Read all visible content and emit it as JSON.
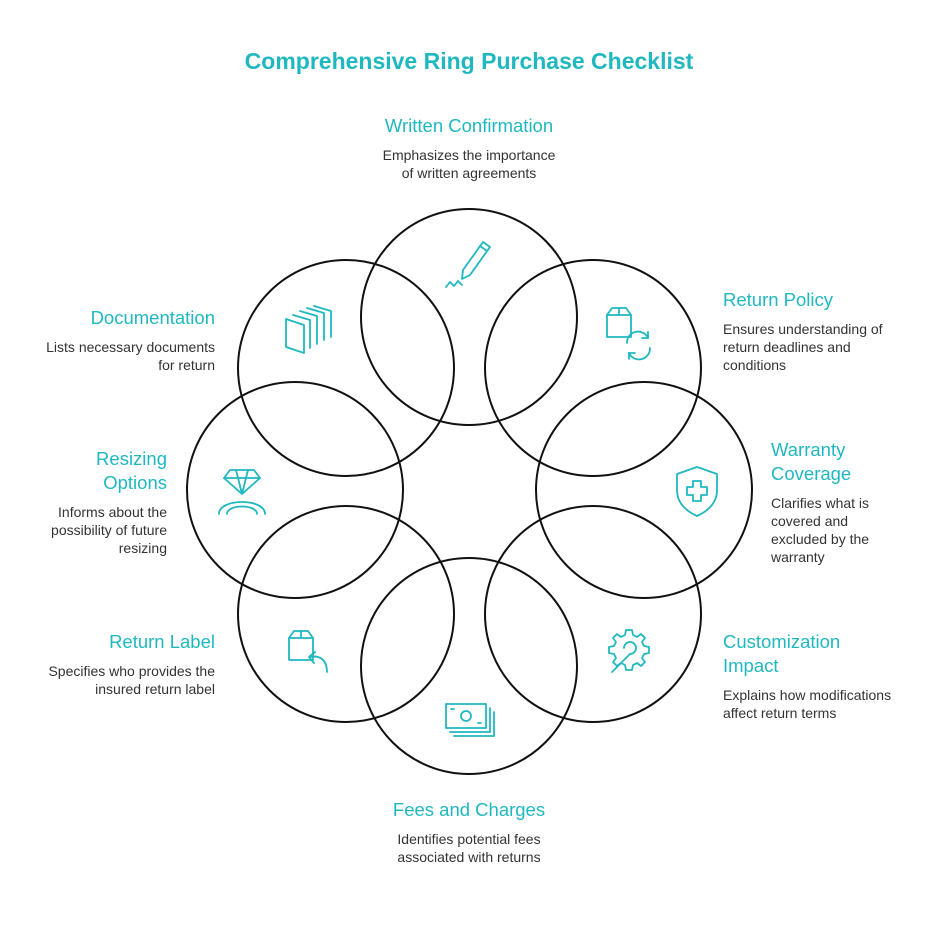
{
  "title": "Comprehensive Ring Purchase Checklist",
  "colors": {
    "accent": "#20b8c0",
    "text": "#333333",
    "circle": "#111111"
  },
  "items": [
    {
      "id": "written",
      "title": "Written Confirmation",
      "desc": "Emphasizes the importance of written agreements",
      "desc_lines": [
        "Emphasizes the importance",
        "of written agreements"
      ],
      "icon": "pen-signature-icon"
    },
    {
      "id": "return-policy",
      "title": "Return Policy",
      "desc_lines": [
        "Ensures understanding of",
        "return deadlines and",
        "conditions"
      ],
      "icon": "box-refresh-icon"
    },
    {
      "id": "warranty",
      "title_lines": [
        "Warranty",
        "Coverage"
      ],
      "desc_lines": [
        "Clarifies what is",
        "covered and",
        "excluded by the",
        "warranty"
      ],
      "icon": "shield-plus-icon"
    },
    {
      "id": "customization",
      "title_lines": [
        "Customization",
        "Impact"
      ],
      "desc_lines": [
        "Explains how modifications",
        "affect return terms"
      ],
      "icon": "gear-wrench-icon"
    },
    {
      "id": "fees",
      "title": "Fees and Charges",
      "desc_lines": [
        "Identifies potential fees",
        "associated with returns"
      ],
      "icon": "money-stack-icon"
    },
    {
      "id": "return-label",
      "title": "Return Label",
      "desc_lines": [
        "Specifies who provides the",
        "insured return label"
      ],
      "icon": "box-return-icon"
    },
    {
      "id": "resizing",
      "title_lines": [
        "Resizing",
        "Options"
      ],
      "desc_lines": [
        "Informs about the",
        "possibility of future",
        "resizing"
      ],
      "icon": "diamond-ring-icon"
    },
    {
      "id": "documentation",
      "title": "Documentation",
      "desc_lines": [
        "Lists necessary documents",
        "for return"
      ],
      "icon": "documents-stack-icon"
    }
  ]
}
